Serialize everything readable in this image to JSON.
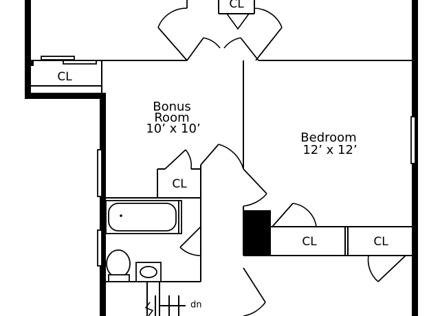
{
  "rooms": {
    "bonus": {
      "name_line1": "Bonus",
      "name_line2": "Room",
      "dimensions": "10’ x 10’"
    },
    "bedroom": {
      "name": "Bedroom",
      "dimensions": "12’ x 12’"
    }
  },
  "closets": {
    "top_center": "CL",
    "left": "CL",
    "bonus_closet": "CL",
    "bedroom_closet_left": "CL",
    "bedroom_closet_right": "CL"
  },
  "stairs": {
    "label": "dn"
  },
  "colors": {
    "wall": "#000000",
    "background": "#ffffff"
  }
}
